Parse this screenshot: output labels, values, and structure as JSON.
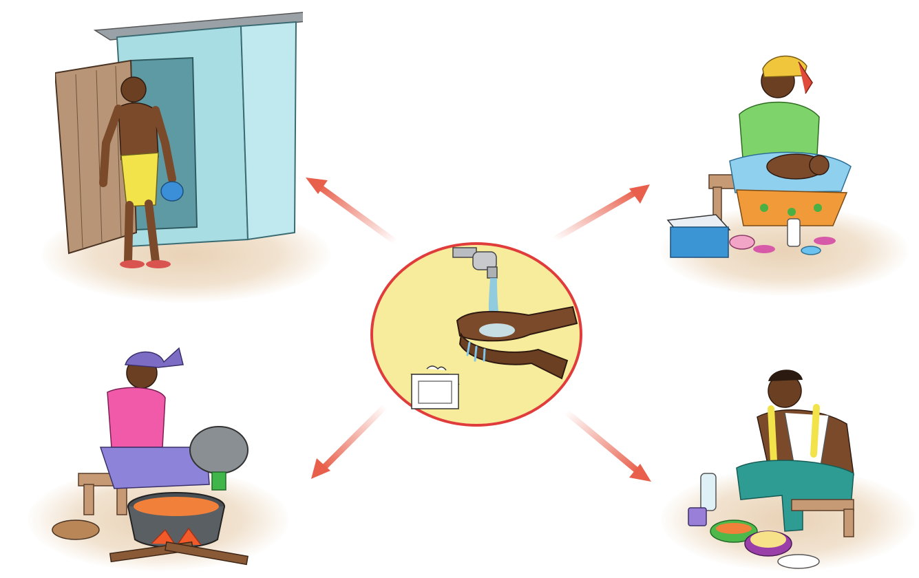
{
  "illustration": {
    "center": {
      "icon": "hand-washing-icon"
    },
    "scenes": [
      {
        "id": "latrine",
        "icon": "latrine-icon"
      },
      {
        "id": "baby-care",
        "icon": "diaper-change-icon"
      },
      {
        "id": "cooking",
        "icon": "cooking-pot-icon"
      },
      {
        "id": "eating",
        "icon": "eating-meal-icon"
      }
    ],
    "arrow_color": "#e8604c",
    "circle_fill": "#f7ec9c",
    "circle_stroke": "#e03c3c"
  }
}
